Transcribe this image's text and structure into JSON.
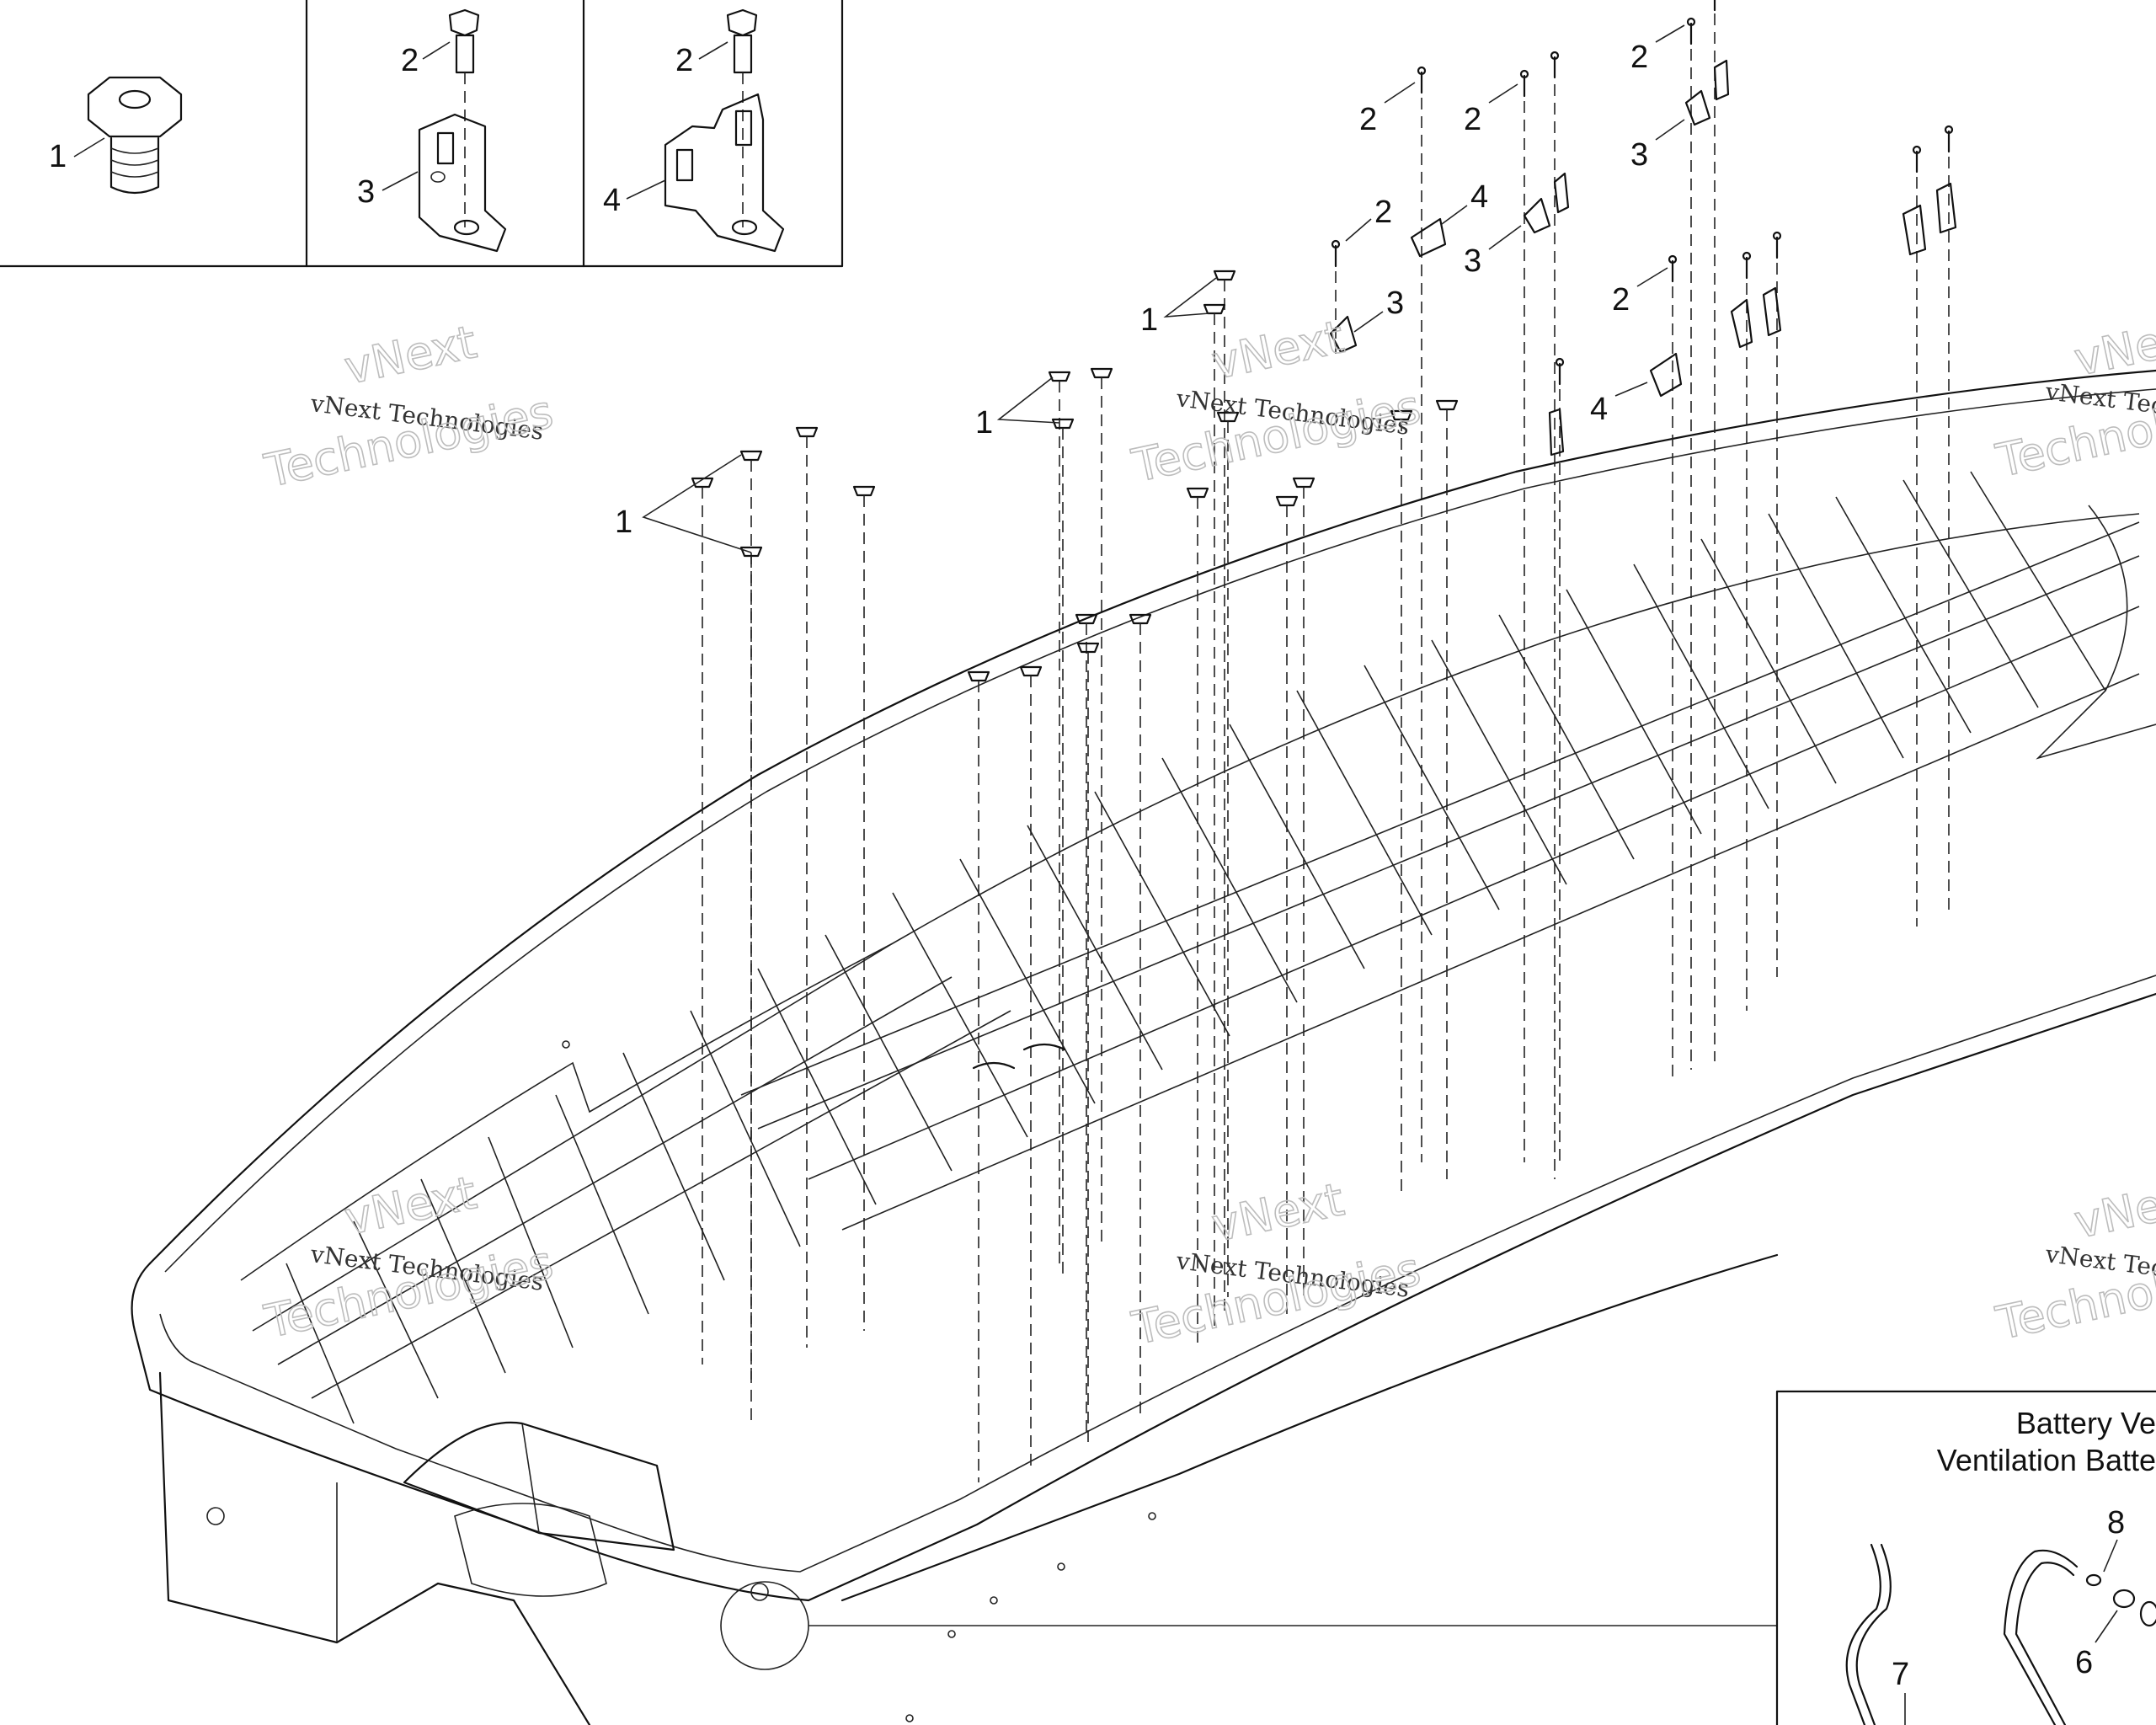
{
  "watermark": {
    "company": "vNext Technologies",
    "word1": "vNext",
    "word2": "Technologies"
  },
  "callouts": {
    "one": "1",
    "two": "2",
    "three": "3",
    "four": "4",
    "six": "6",
    "seven": "7",
    "eight": "8"
  },
  "inset": {
    "title_line1": "Battery Ve",
    "title_line2": "Ventilation Batte"
  }
}
